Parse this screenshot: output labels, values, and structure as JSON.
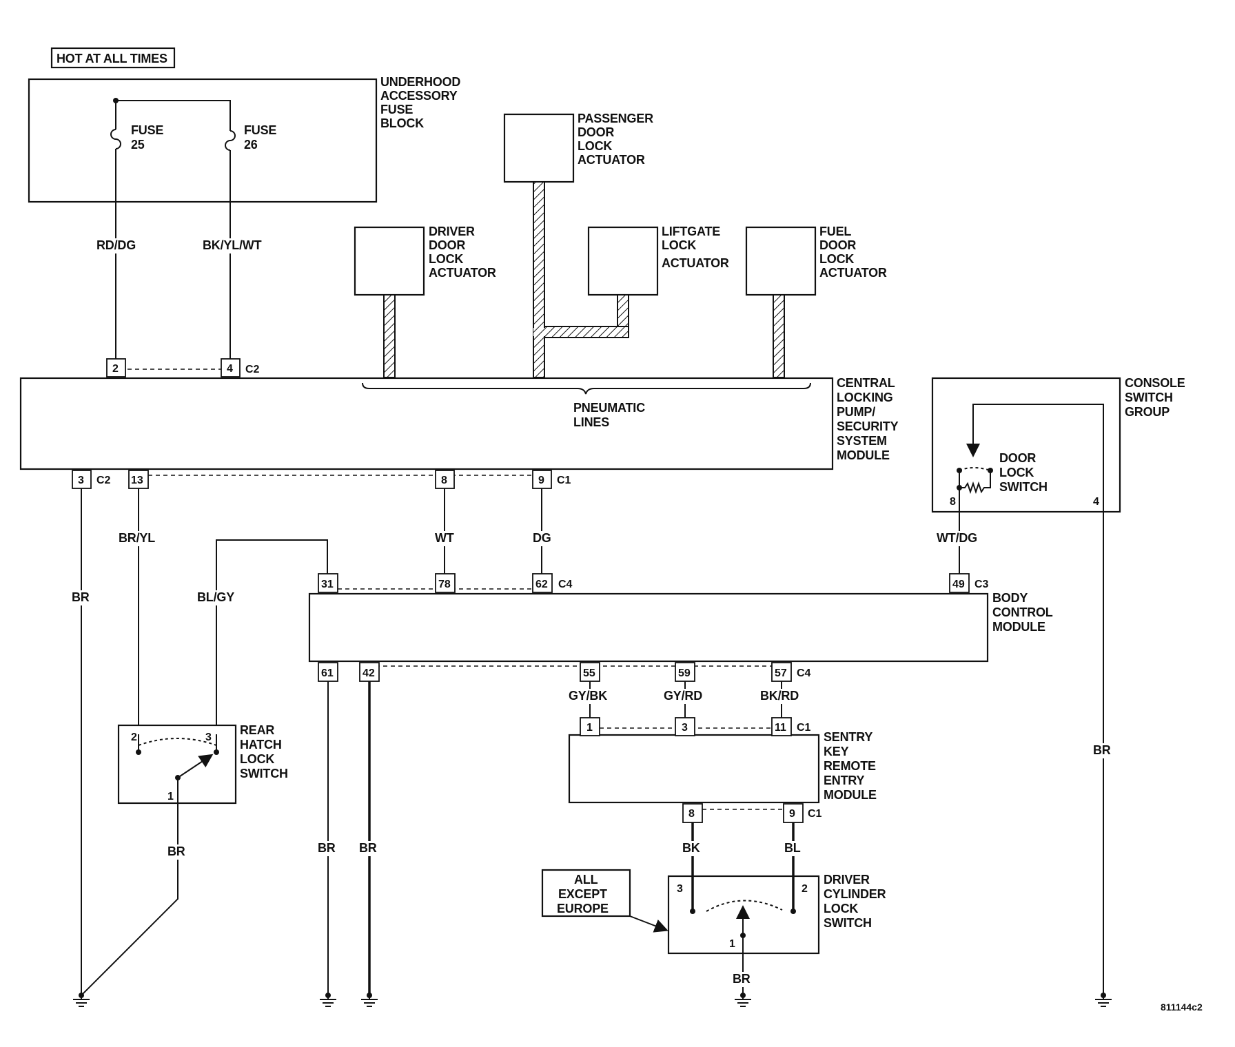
{
  "labels": {
    "hot_at_all_times": "HOT AT ALL TIMES",
    "fuse_block": [
      "UNDERHOOD",
      "ACCESSORY",
      "FUSE",
      "BLOCK"
    ],
    "fuse25": [
      "FUSE",
      "25"
    ],
    "fuse26": [
      "FUSE",
      "26"
    ],
    "passenger_actuator": [
      "PASSENGER",
      "DOOR",
      "LOCK",
      "ACTUATOR"
    ],
    "driver_actuator": [
      "DRIVER",
      "DOOR",
      "LOCK",
      "ACTUATOR"
    ],
    "liftgate_actuator": [
      "LIFTGATE",
      "LOCK",
      "ACTUATOR"
    ],
    "fuel_actuator": [
      "FUEL",
      "DOOR",
      "LOCK",
      "ACTUATOR"
    ],
    "central_module": [
      "CENTRAL",
      "LOCKING",
      "PUMP/",
      "SECURITY",
      "SYSTEM",
      "MODULE"
    ],
    "pneumatic_lines": [
      "PNEUMATIC",
      "LINES"
    ],
    "console_switch_group": [
      "CONSOLE",
      "SWITCH",
      "GROUP"
    ],
    "door_lock_switch": [
      "DOOR",
      "LOCK",
      "SWITCH"
    ],
    "body_control_module": [
      "BODY",
      "CONTROL",
      "MODULE"
    ],
    "rear_hatch_switch": [
      "REAR",
      "HATCH",
      "LOCK",
      "SWITCH"
    ],
    "sentry_key_module": [
      "SENTRY",
      "KEY",
      "REMOTE",
      "ENTRY",
      "MODULE"
    ],
    "driver_cylinder_switch": [
      "DRIVER",
      "CYLINDER",
      "LOCK",
      "SWITCH"
    ],
    "all_except_europe": [
      "ALL",
      "EXCEPT",
      "EUROPE"
    ],
    "figure_id": "811144c2"
  },
  "wire_colors": {
    "rd_dg": "RD/DG",
    "bk_yl_wt": "BK/YL/WT",
    "br_yl": "BR/YL",
    "bl_gy": "BL/GY",
    "wt": "WT",
    "dg": "DG",
    "wt_dg": "WT/DG",
    "br": "BR",
    "gy_bk": "GY/BK",
    "gy_rd": "GY/RD",
    "bk_rd": "BK/RD",
    "bk": "BK",
    "bl": "BL"
  },
  "connectors": {
    "c1": "C1",
    "c2": "C2",
    "c3": "C3",
    "c4": "C4"
  },
  "pins": {
    "cm_top_2": "2",
    "cm_top_4": "4",
    "cm_bot_3": "3",
    "cm_bot_13": "13",
    "cm_bot_8": "8",
    "cm_bot_9": "9",
    "bcm_top_31": "31",
    "bcm_top_78": "78",
    "bcm_top_62": "62",
    "bcm_top_49": "49",
    "bcm_bot_61": "61",
    "bcm_bot_42": "42",
    "bcm_bot_55": "55",
    "bcm_bot_59": "59",
    "bcm_bot_57": "57",
    "skrem_top_1": "1",
    "skrem_top_3": "3",
    "skrem_top_11": "11",
    "skrem_bot_8": "8",
    "skrem_bot_9": "9",
    "console_8": "8",
    "console_4": "4",
    "hatch_2": "2",
    "hatch_3": "3",
    "hatch_1": "1",
    "cyl_3": "3",
    "cyl_2": "2",
    "cyl_1": "1"
  }
}
